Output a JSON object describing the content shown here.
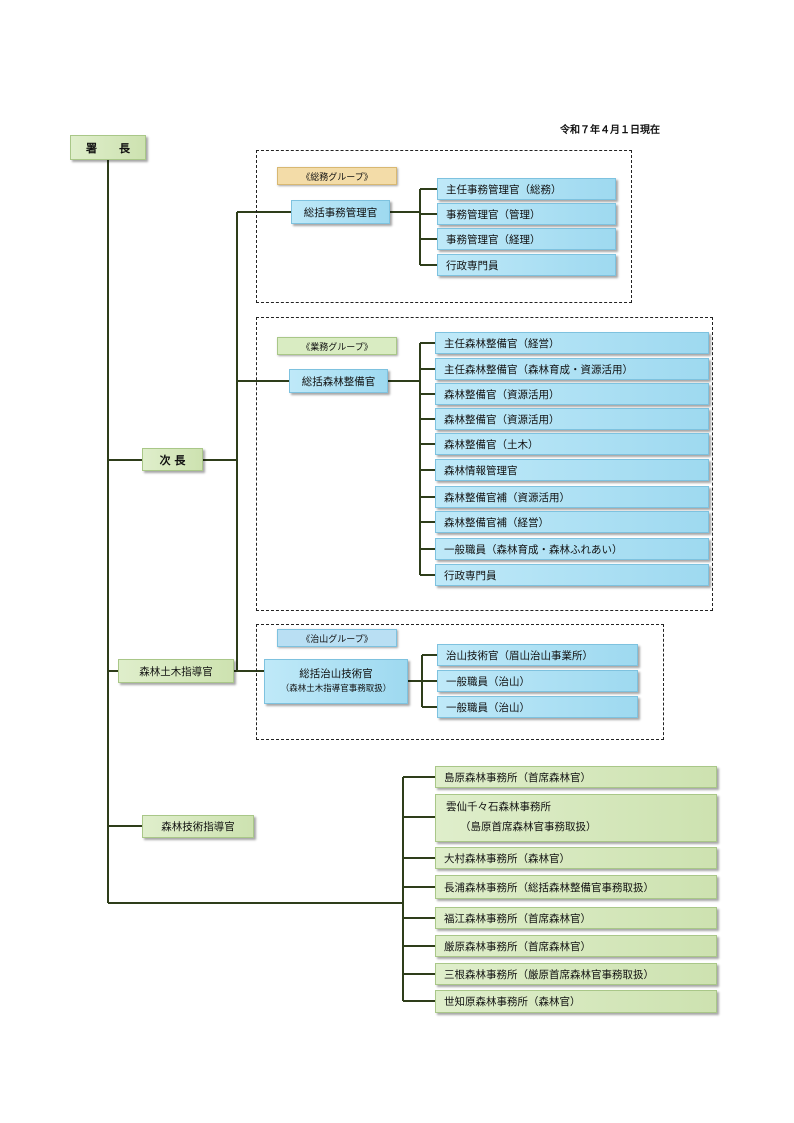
{
  "date_label": "令和７年４月１日現在",
  "chief": "署　　長",
  "deputy": "次 長",
  "forest_engineering_advisor": "森林土木指導官",
  "forest_technology_advisor": "森林技術指導官",
  "groups": {
    "general_affairs": {
      "label": "《総務グループ》",
      "head": "総括事務管理官",
      "members": [
        "主任事務管理官（総務）",
        "事務管理官（管理）",
        "事務管理官（経理）",
        "行政専門員"
      ]
    },
    "operations": {
      "label": "《業務グループ》",
      "head": "総括森林整備官",
      "members": [
        "主任森林整備官（経営）",
        "主任森林整備官（森林育成・資源活用）",
        "森林整備官（資源活用）",
        "森林整備官（資源活用）",
        "森林整備官（土木）",
        "森林情報管理官",
        "森林整備官補（資源活用）",
        "森林整備官補（経営）",
        "一般職員（森林育成・森林ふれあい）",
        "行政専門員"
      ]
    },
    "erosion_control": {
      "label": "《治山グループ》",
      "head": "総括治山技術官",
      "head_note": "（森林土木指導官事務取扱）",
      "members": [
        "治山技術官（眉山治山事業所）",
        "一般職員（治山）",
        "一般職員（治山）"
      ]
    }
  },
  "offices": {
    "o1": "島原森林事務所（首席森林官）",
    "o2_line1": "雲仙千々石森林事務所",
    "o2_line2": "（島原首席森林官事務取扱）",
    "o3": "大村森林事務所（森林官）",
    "o4": "長浦森林事務所（総括森林整備官事務取扱）",
    "o5": "福江森林事務所（首席森林官）",
    "o6": "厳原森林事務所（首席森林官）",
    "o7": "三根森林事務所（厳原首席森林官事務取扱）",
    "o8": "世知原森林事務所（森林官）"
  }
}
